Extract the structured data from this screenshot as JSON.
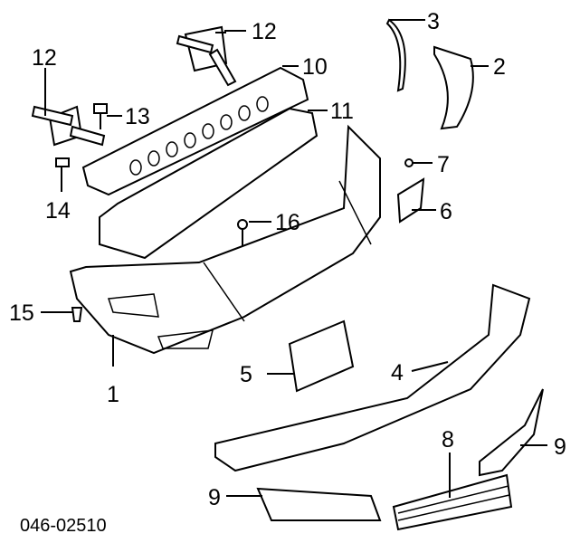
{
  "diagram": {
    "title_code": "046-02510",
    "callouts": {
      "c12a": "12",
      "c12b": "12",
      "c3": "3",
      "c10": "10",
      "c2": "2",
      "c13": "13",
      "c11": "11",
      "c14": "14",
      "c7": "7",
      "c16": "16",
      "c6": "6",
      "c15": "15",
      "c5": "5",
      "c4": "4",
      "c1": "1",
      "c8": "8",
      "c9a": "9",
      "c9b": "9"
    }
  }
}
